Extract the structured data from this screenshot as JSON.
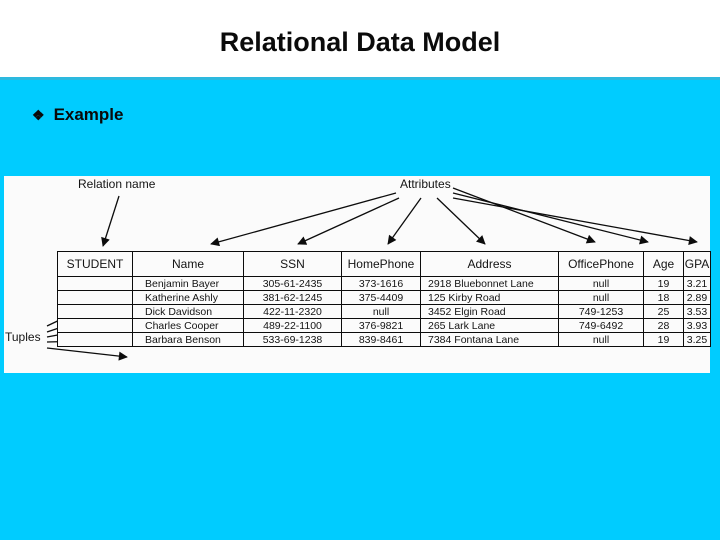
{
  "slide": {
    "title": "Relational Data Model",
    "bullet": {
      "marker": "❖",
      "label": "Example"
    }
  },
  "diagram": {
    "labels": {
      "relation_name": "Relation name",
      "attributes": "Attributes",
      "tuples": "Tuples"
    },
    "table": {
      "relation": "STUDENT",
      "columns": [
        "Name",
        "SSN",
        "HomePhone",
        "Address",
        "OfficePhone",
        "Age",
        "GPA"
      ],
      "rows": [
        [
          "Benjamin Bayer",
          "305-61-2435",
          "373-1616",
          "2918 Bluebonnet Lane",
          "null",
          "19",
          "3.21"
        ],
        [
          "Katherine Ashly",
          "381-62-1245",
          "375-4409",
          "125 Kirby Road",
          "null",
          "18",
          "2.89"
        ],
        [
          "Dick Davidson",
          "422-11-2320",
          "null",
          "3452 Elgin Road",
          "749-1253",
          "25",
          "3.53"
        ],
        [
          "Charles Cooper",
          "489-22-1100",
          "376-9821",
          "265 Lark Lane",
          "749-6492",
          "28",
          "3.93"
        ],
        [
          "Barbara Benson",
          "533-69-1238",
          "839-8461",
          "7384 Fontana Lane",
          "null",
          "19",
          "3.25"
        ]
      ]
    },
    "colors": {
      "background_cyan": "#00CCFF",
      "background_cyan_edge": "#2CB9DF",
      "panel_white": "#FBFBFB",
      "line_black": "#0c0c0c"
    }
  }
}
